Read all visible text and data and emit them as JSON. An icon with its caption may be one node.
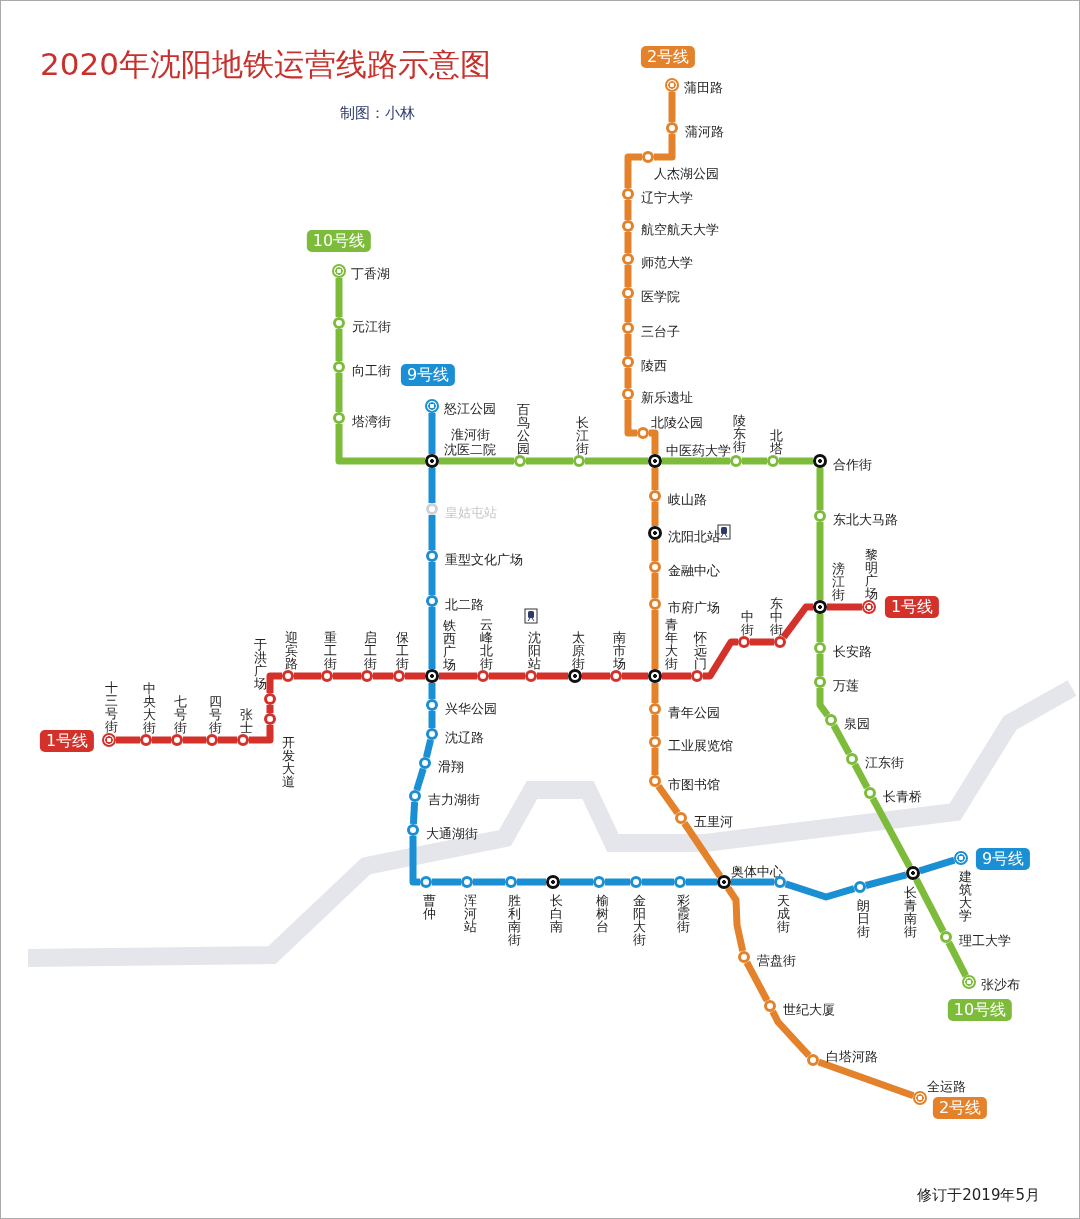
{
  "diagram": {
    "title": "2020年沈阳地铁运营线路示意图",
    "nodes": [
      {
        "text": [
          "2号线"
        ]
      },
      {
        "text": [
          "蒲田路"
        ]
      },
      {
        "text": [
          "蒲河路"
        ]
      },
      {
        "text": [
          "人杰湖公园"
        ]
      },
      {
        "text": [
          "辽宁大学"
        ]
      },
      {
        "text": [
          "航空航天大学"
        ]
      },
      {
        "text": [
          "师范大学"
        ]
      },
      {
        "text": [
          "医学院"
        ]
      },
      {
        "text": [
          "三台子"
        ]
      },
      {
        "text": [
          "陵西"
        ]
      },
      {
        "text": [
          "新乐遗址"
        ]
      },
      {
        "text": [
          "北陵公园"
        ]
      },
      {
        "text": [
          "中医药大学"
        ]
      },
      {
        "text": [
          "岐山路"
        ]
      },
      {
        "text": [
          "沈阳北站"
        ]
      },
      {
        "text": [
          "金融中心"
        ]
      },
      {
        "text": [
          "市府广场"
        ]
      },
      {
        "text": [
          "青年大街"
        ]
      },
      {
        "text": [
          "青年公园"
        ]
      },
      {
        "text": [
          "工业展览馆"
        ]
      },
      {
        "text": [
          "市图书馆"
        ]
      },
      {
        "text": [
          "五里河"
        ]
      },
      {
        "text": [
          "奥体中心"
        ]
      },
      {
        "text": [
          "营盘街"
        ]
      },
      {
        "text": [
          "世纪大厦"
        ]
      },
      {
        "text": [
          "白塔河路"
        ]
      },
      {
        "text": [
          "全运路"
        ]
      },
      {
        "text": [
          "2号线"
        ]
      },
      {
        "text": [
          "10号线"
        ]
      },
      {
        "text": [
          "丁香湖"
        ]
      },
      {
        "text": [
          "元江街"
        ]
      },
      {
        "text": [
          "向工街"
        ]
      },
      {
        "text": [
          "塔湾街"
        ]
      },
      {
        "text": [
          "淮河街",
          "沈医二院"
        ]
      },
      {
        "text": [
          "百鸟公园"
        ]
      },
      {
        "text": [
          "长江街"
        ]
      },
      {
        "text": [
          "陵东街"
        ]
      },
      {
        "text": [
          "北塔"
        ]
      },
      {
        "text": [
          "合作街"
        ]
      },
      {
        "text": [
          "东北大马路"
        ]
      },
      {
        "text": [
          "滂江街"
        ]
      },
      {
        "text": [
          "长安路"
        ]
      },
      {
        "text": [
          "万莲"
        ]
      },
      {
        "text": [
          "泉园"
        ]
      },
      {
        "text": [
          "江东街"
        ]
      },
      {
        "text": [
          "长青桥"
        ]
      },
      {
        "text": [
          "长青南街"
        ]
      },
      {
        "text": [
          "理工大学"
        ]
      },
      {
        "text": [
          "张沙布"
        ]
      },
      {
        "text": [
          "10号线"
        ]
      },
      {
        "text": [
          "9号线"
        ]
      },
      {
        "text": [
          "怒江公园"
        ]
      },
      {
        "text": [
          "皇姑屯站"
        ]
      },
      {
        "text": [
          "重型文化广场"
        ]
      },
      {
        "text": [
          "北二路"
        ]
      },
      {
        "text": [
          "铁西广场"
        ]
      },
      {
        "text": [
          "兴华公园"
        ]
      },
      {
        "text": [
          "沈辽路"
        ]
      },
      {
        "text": [
          "滑翔"
        ]
      },
      {
        "text": [
          "吉力湖街"
        ]
      },
      {
        "text": [
          "大通湖街"
        ]
      },
      {
        "text": [
          "曹仲"
        ]
      },
      {
        "text": [
          "浑河站"
        ]
      },
      {
        "text": [
          "胜利南街"
        ]
      },
      {
        "text": [
          "长白南"
        ]
      },
      {
        "text": [
          "榆树台"
        ]
      },
      {
        "text": [
          "金阳大街"
        ]
      },
      {
        "text": [
          "彩霞街"
        ]
      },
      {
        "text": [
          "天成街"
        ]
      },
      {
        "text": [
          "朗日街"
        ]
      },
      {
        "text": [
          "建筑大学"
        ]
      },
      {
        "text": [
          "9号线"
        ]
      },
      {
        "text": [
          "1号线"
        ]
      },
      {
        "text": [
          "十三号街"
        ]
      },
      {
        "text": [
          "中央大街"
        ]
      },
      {
        "text": [
          "七号街"
        ]
      },
      {
        "text": [
          "四号街"
        ]
      },
      {
        "text": [
          "张士"
        ]
      },
      {
        "text": [
          "开发大道"
        ]
      },
      {
        "text": [
          "于洪广场"
        ]
      },
      {
        "text": [
          "迎宾路"
        ]
      },
      {
        "text": [
          "重工街"
        ]
      },
      {
        "text": [
          "启工街"
        ]
      },
      {
        "text": [
          "保工街"
        ]
      },
      {
        "text": [
          "云峰北街"
        ]
      },
      {
        "text": [
          "沈阳站"
        ]
      },
      {
        "text": [
          "太原街"
        ]
      },
      {
        "text": [
          "南市场"
        ]
      },
      {
        "text": [
          "怀远门"
        ]
      },
      {
        "text": [
          "中街"
        ]
      },
      {
        "text": [
          "东中街"
        ]
      },
      {
        "text": [
          "黎明广场"
        ]
      },
      {
        "text": [
          "1号线"
        ]
      }
    ],
    "edges": [
      {
        "from": 1,
        "to": 2,
        "arrow": "none"
      },
      {
        "from": 2,
        "to": 3,
        "arrow": "none"
      },
      {
        "from": 3,
        "to": 4,
        "arrow": "none"
      },
      {
        "from": 4,
        "to": 5,
        "arrow": "none"
      },
      {
        "from": 5,
        "to": 6,
        "arrow": "none"
      },
      {
        "from": 6,
        "to": 7,
        "arrow": "none"
      },
      {
        "from": 7,
        "to": 8,
        "arrow": "none"
      },
      {
        "from": 8,
        "to": 9,
        "arrow": "none"
      },
      {
        "from": 9,
        "to": 10,
        "arrow": "none"
      },
      {
        "from": 10,
        "to": 11,
        "arrow": "none"
      },
      {
        "from": 11,
        "to": 12,
        "arrow": "none"
      },
      {
        "from": 12,
        "to": 13,
        "arrow": "none"
      },
      {
        "from": 13,
        "to": 14,
        "arrow": "none"
      },
      {
        "from": 14,
        "to": 15,
        "arrow": "none"
      },
      {
        "from": 15,
        "to": 16,
        "arrow": "none"
      },
      {
        "from": 16,
        "to": 17,
        "arrow": "none"
      },
      {
        "from": 17,
        "to": 18,
        "arrow": "none"
      },
      {
        "from": 18,
        "to": 19,
        "arrow": "none"
      },
      {
        "from": 19,
        "to": 20,
        "arrow": "none"
      },
      {
        "from": 20,
        "to": 21,
        "arrow": "none"
      },
      {
        "from": 21,
        "to": 22,
        "arrow": "none"
      },
      {
        "from": 22,
        "to": 23,
        "arrow": "none"
      },
      {
        "from": 23,
        "to": 24,
        "arrow": "none"
      },
      {
        "from": 24,
        "to": 25,
        "arrow": "none"
      },
      {
        "from": 25,
        "to": 26,
        "arrow": "none"
      },
      {
        "from": 29,
        "to": 30,
        "arrow": "none",
        "color": "#7dbc3b"
      },
      {
        "from": 30,
        "to": 31,
        "arrow": "none",
        "color": "#7dbc3b"
      },
      {
        "from": 31,
        "to": 32,
        "arrow": "none",
        "color": "#7dbc3b"
      },
      {
        "from": 32,
        "to": 33,
        "arrow": "none",
        "color": "#7dbc3b"
      },
      {
        "from": 33,
        "to": 34,
        "arrow": "none",
        "color": "#7dbc3b"
      },
      {
        "from": 34,
        "to": 35,
        "arrow": "none",
        "color": "#7dbc3b"
      },
      {
        "from": 35,
        "to": 12,
        "arrow": "none",
        "color": "#7dbc3b"
      },
      {
        "from": 12,
        "to": 36,
        "arrow": "none",
        "color": "#7dbc3b"
      },
      {
        "from": 36,
        "to": 37,
        "arrow": "none",
        "color": "#7dbc3b"
      },
      {
        "from": 37,
        "to": 38,
        "arrow": "none",
        "color": "#7dbc3b"
      },
      {
        "from": 38,
        "to": 39,
        "arrow": "none",
        "color": "#7dbc3b"
      },
      {
        "from": 39,
        "to": 40,
        "arrow": "none",
        "color": "#7dbc3b"
      },
      {
        "from": 40,
        "to": 41,
        "arrow": "none",
        "color": "#7dbc3b"
      },
      {
        "from": 41,
        "to": 42,
        "arrow": "none",
        "color": "#7dbc3b"
      },
      {
        "from": 42,
        "to": 43,
        "arrow": "none",
        "color": "#7dbc3b"
      },
      {
        "from": 43,
        "to": 44,
        "arrow": "none",
        "color": "#7dbc3b"
      },
      {
        "from": 44,
        "to": 45,
        "arrow": "none",
        "color": "#7dbc3b"
      },
      {
        "from": 45,
        "to": 46,
        "arrow": "none",
        "color": "#7dbc3b"
      },
      {
        "from": 46,
        "to": 47,
        "arrow": "none",
        "color": "#7dbc3b"
      },
      {
        "from": 47,
        "to": 48,
        "arrow": "none",
        "color": "#7dbc3b"
      },
      {
        "from": 51,
        "to": 33,
        "arrow": "none",
        "color": "#1a8fd3"
      },
      {
        "from": 33,
        "to": 52,
        "arrow": "none",
        "color": "#1a8fd3"
      },
      {
        "from": 52,
        "to": 53,
        "arrow": "none",
        "color": "#1a8fd3"
      },
      {
        "from": 53,
        "to": 54,
        "arrow": "none",
        "color": "#1a8fd3"
      },
      {
        "from": 54,
        "to": 55,
        "arrow": "none",
        "color": "#1a8fd3"
      },
      {
        "from": 55,
        "to": 56,
        "arrow": "none",
        "color": "#1a8fd3"
      },
      {
        "from": 56,
        "to": 57,
        "arrow": "none",
        "color": "#1a8fd3"
      },
      {
        "from": 57,
        "to": 58,
        "arrow": "none",
        "color": "#1a8fd3"
      },
      {
        "from": 58,
        "to": 59,
        "arrow": "none",
        "color": "#1a8fd3"
      },
      {
        "from": 59,
        "to": 60,
        "arrow": "none",
        "color": "#1a8fd3"
      },
      {
        "from": 60,
        "to": 61,
        "arrow": "none",
        "color": "#1a8fd3"
      },
      {
        "from": 61,
        "to": 62,
        "arrow": "none",
        "color": "#1a8fd3"
      },
      {
        "from": 62,
        "to": 63,
        "arrow": "none",
        "color": "#1a8fd3"
      },
      {
        "from": 63,
        "to": 64,
        "arrow": "none",
        "color": "#1a8fd3"
      },
      {
        "from": 64,
        "to": 65,
        "arrow": "none",
        "color": "#1a8fd3"
      },
      {
        "from": 65,
        "to": 66,
        "arrow": "none",
        "color": "#1a8fd3"
      },
      {
        "from": 66,
        "to": 67,
        "arrow": "none",
        "color": "#1a8fd3"
      },
      {
        "from": 67,
        "to": 22,
        "arrow": "none",
        "color": "#1a8fd3"
      },
      {
        "from": 22,
        "to": 68,
        "arrow": "none",
        "color": "#1a8fd3"
      },
      {
        "from": 68,
        "to": 69,
        "arrow": "none",
        "color": "#1a8fd3"
      },
      {
        "from": 69,
        "to": 46,
        "arrow": "none",
        "color": "#1a8fd3"
      },
      {
        "from": 46,
        "to": 70,
        "arrow": "none",
        "color": "#1a8fd3"
      },
      {
        "from": 73,
        "to": 74,
        "arrow": "none",
        "color": "#d3312a"
      },
      {
        "from": 74,
        "to": 75,
        "arrow": "none",
        "color": "#d3312a"
      },
      {
        "from": 75,
        "to": 76,
        "arrow": "none",
        "color": "#d3312a"
      },
      {
        "from": 76,
        "to": 77,
        "arrow": "none",
        "color": "#d3312a"
      },
      {
        "from": 77,
        "to": 78,
        "arrow": "none",
        "color": "#d3312a"
      },
      {
        "from": 78,
        "to": 79,
        "arrow": "none",
        "color": "#d3312a"
      },
      {
        "from": 79,
        "to": 80,
        "arrow": "none",
        "color": "#d3312a"
      },
      {
        "from": 80,
        "to": 81,
        "arrow": "none",
        "color": "#d3312a"
      },
      {
        "from": 81,
        "to": 82,
        "arrow": "none",
        "color": "#d3312a"
      },
      {
        "from": 82,
        "to": 83,
        "arrow": "none",
        "color": "#d3312a"
      },
      {
        "from": 83,
        "to": 55,
        "arrow": "none",
        "color": "#d3312a"
      },
      {
        "from": 55,
        "to": 84,
        "arrow": "none",
        "color": "#d3312a"
      },
      {
        "from": 84,
        "to": 85,
        "arrow": "none",
        "color": "#d3312a"
      },
      {
        "from": 85,
        "to": 86,
        "arrow": "none",
        "color": "#d3312a"
      },
      {
        "from": 86,
        "to": 87,
        "arrow": "none",
        "color": "#d3312a"
      },
      {
        "from": 87,
        "to": 17,
        "arrow": "none",
        "color": "#d3312a"
      },
      {
        "from": 17,
        "to": 88,
        "arrow": "none",
        "color": "#d3312a"
      },
      {
        "from": 88,
        "to": 89,
        "arrow": "none",
        "color": "#d3312a"
      },
      {
        "from": 89,
        "to": 90,
        "arrow": "none",
        "color": "#d3312a"
      },
      {
        "from": 90,
        "to": 40,
        "arrow": "none",
        "color": "#d3312a"
      },
      {
        "from": 40,
        "to": 91,
        "arrow": "none",
        "color": "#d3312a"
      }
    ],
    "labels": [
      "制图：小林",
      "修订于2019年5月"
    ]
  }
}
